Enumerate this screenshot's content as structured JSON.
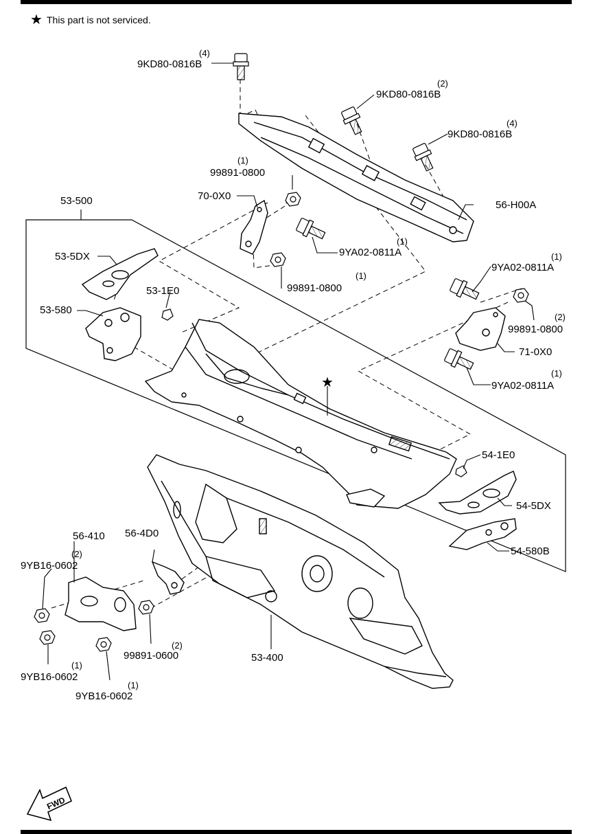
{
  "note": {
    "star": "★",
    "text": "This part is not serviced."
  },
  "fwd": {
    "text": "FWD"
  },
  "labels": [
    {
      "id": "9kd80-top",
      "part": "9KD80-0816B",
      "qty": "(4)"
    },
    {
      "id": "9kd80-mid",
      "part": "9KD80-0816B",
      "qty": "(2)"
    },
    {
      "id": "9kd80-right",
      "part": "9KD80-0816B",
      "qty": "(4)"
    },
    {
      "id": "99891-0800-a",
      "part": "99891-0800",
      "qty": "(1)"
    },
    {
      "id": "70-0x0",
      "part": "70-0X0",
      "qty": ""
    },
    {
      "id": "56-h00a",
      "part": "56-H00A",
      "qty": ""
    },
    {
      "id": "53-500",
      "part": "53-500",
      "qty": ""
    },
    {
      "id": "9ya02-a",
      "part": "9YA02-0811A",
      "qty": "(1)"
    },
    {
      "id": "53-5dx",
      "part": "53-5DX",
      "qty": ""
    },
    {
      "id": "99891-0800-b",
      "part": "99891-0800",
      "qty": "(1)"
    },
    {
      "id": "9ya02-b",
      "part": "9YA02-0811A",
      "qty": "(1)"
    },
    {
      "id": "53-1e0",
      "part": "53-1E0",
      "qty": ""
    },
    {
      "id": "53-580",
      "part": "53-580",
      "qty": ""
    },
    {
      "id": "99891-0800-c",
      "part": "99891-0800",
      "qty": "(2)"
    },
    {
      "id": "71-0x0",
      "part": "71-0X0",
      "qty": ""
    },
    {
      "id": "9ya02-c",
      "part": "9YA02-0811A",
      "qty": "(1)"
    },
    {
      "id": "star",
      "part": "★",
      "qty": ""
    },
    {
      "id": "54-1e0",
      "part": "54-1E0",
      "qty": ""
    },
    {
      "id": "54-5dx",
      "part": "54-5DX",
      "qty": ""
    },
    {
      "id": "54-580b",
      "part": "54-580B",
      "qty": ""
    },
    {
      "id": "56-410",
      "part": "56-410",
      "qty": ""
    },
    {
      "id": "56-4d0",
      "part": "56-4D0",
      "qty": ""
    },
    {
      "id": "9yb16-a",
      "part": "9YB16-0602",
      "qty": "(2)"
    },
    {
      "id": "99891-0600",
      "part": "99891-0600",
      "qty": "(2)"
    },
    {
      "id": "53-400",
      "part": "53-400",
      "qty": ""
    },
    {
      "id": "9yb16-b",
      "part": "9YB16-0602",
      "qty": "(1)"
    },
    {
      "id": "9yb16-c",
      "part": "9YB16-0602",
      "qty": "(1)"
    }
  ]
}
